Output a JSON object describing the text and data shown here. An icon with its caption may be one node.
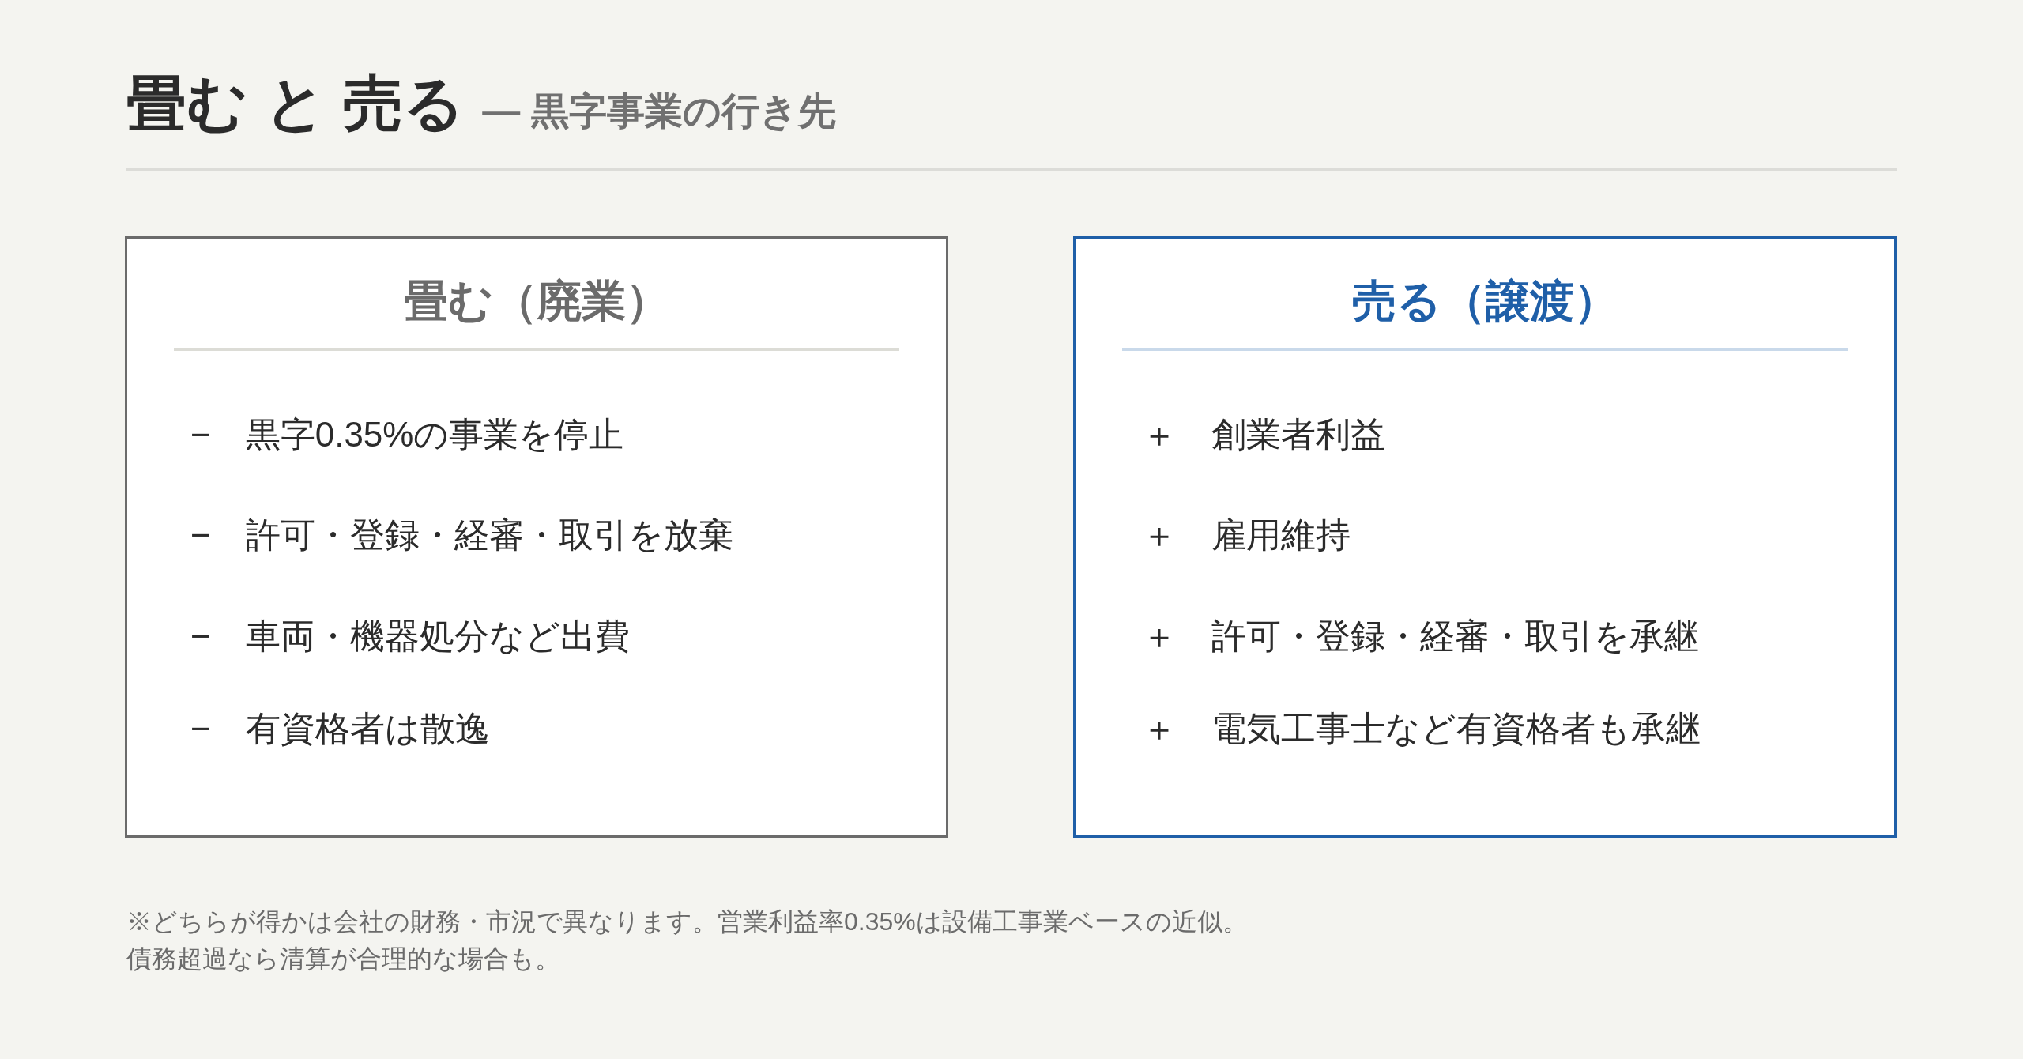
{
  "diagram": {
    "title": "畳む と 売る",
    "nodes": [
      {
        "text": [
          "畳む（廃業）",
          "−　黒字0.35%の事業を停止",
          "−　許可・登録・経審・取引を放棄",
          "−　車両・機器処分など出費",
          "−　有資格者は散逸"
        ]
      },
      {
        "text": [
          "売る（譲渡）",
          "＋　創業者利益",
          "＋　雇用維持",
          "＋　許可・登録・経審・取引を承継",
          "＋　電気工事士など有資格者も承継"
        ]
      }
    ],
    "labels": [
      "— 黒字事業の行き先",
      "※どちらが得かは会社の財務・市況で異なります。営業利益率0.35%は設備工事業ベースの近似。",
      "債務超過なら清算が合理的な場合も。"
    ]
  }
}
